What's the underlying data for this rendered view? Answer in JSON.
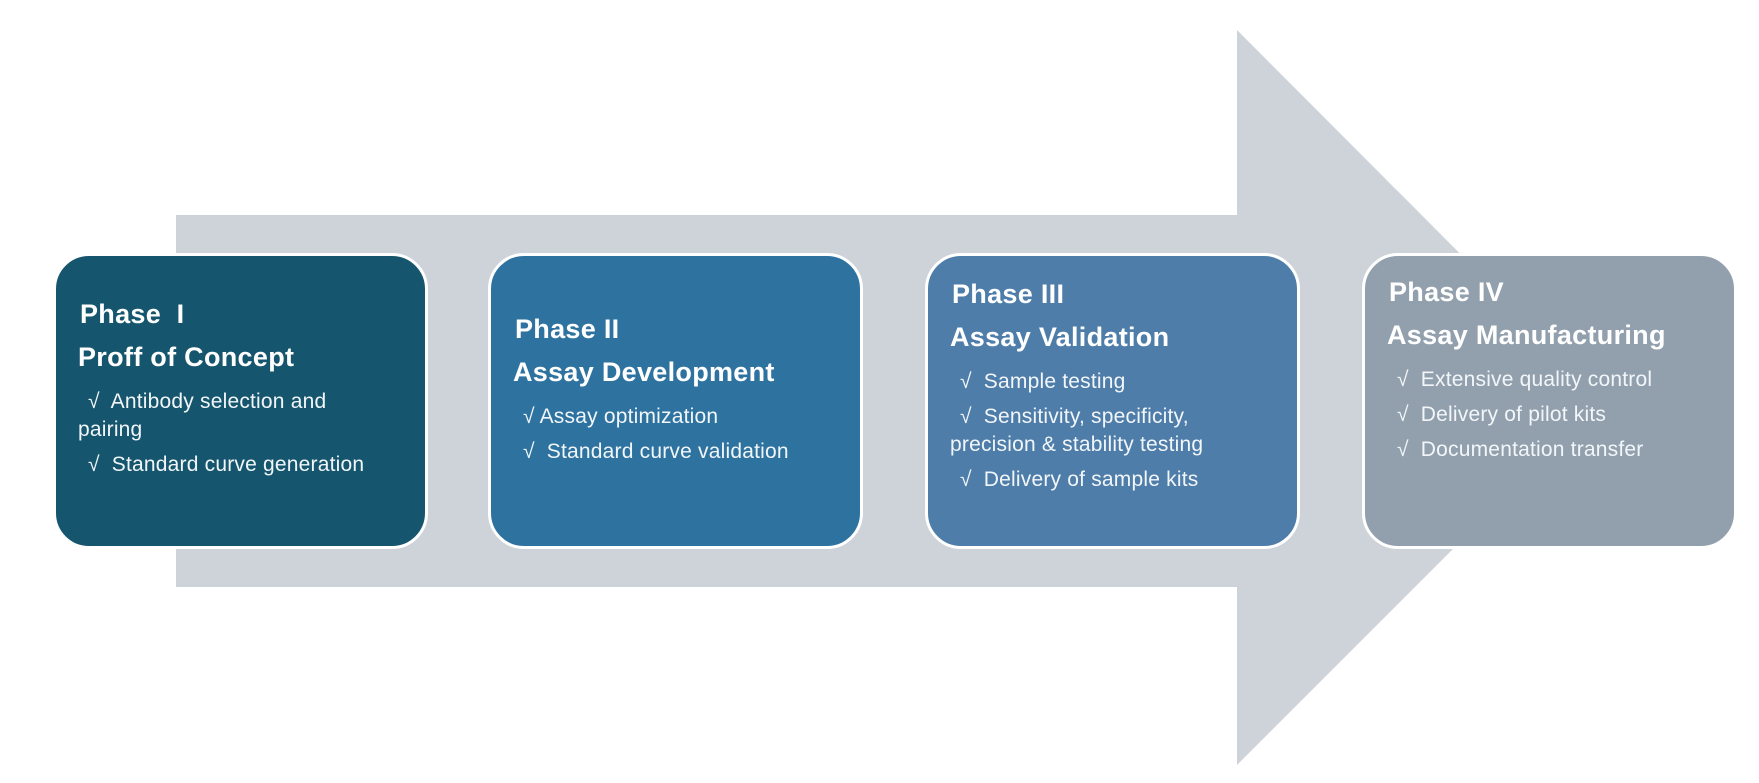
{
  "diagram": {
    "check_glyph": "√",
    "arrow_color": "#ced3d9",
    "text_color": "#ffffff",
    "phases": [
      {
        "title": "Phase  I",
        "heading": "Proff of Concept",
        "fill": "#15566e",
        "items": [
          "√  Antibody selection and\npairing",
          "√  Standard curve generation"
        ]
      },
      {
        "title": "Phase II",
        "heading": "Assay Development",
        "fill": "#2e73a0",
        "items": [
          "√ Assay optimization",
          "√  Standard curve validation"
        ]
      },
      {
        "title": "Phase III",
        "heading": "Assay Validation",
        "fill": "#4e7da9",
        "items": [
          "√  Sample testing",
          "√  Sensitivity, specificity,\nprecision & stability testing",
          "√  Delivery of sample kits"
        ]
      },
      {
        "title": "Phase IV",
        "heading": "Assay Manufacturing",
        "fill": "#92a0ae",
        "items": [
          "√  Extensive quality control",
          "√  Delivery of pilot kits",
          "√  Documentation transfer"
        ]
      }
    ]
  }
}
